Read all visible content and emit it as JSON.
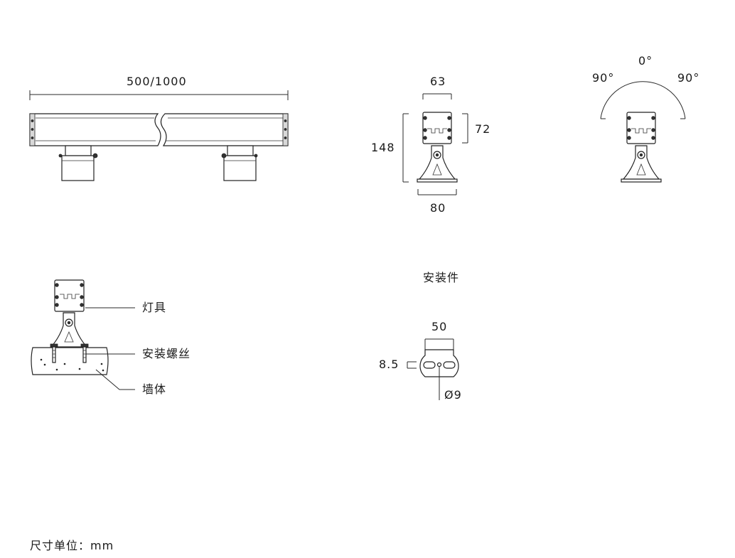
{
  "front_view": {
    "length_label": "500/1000"
  },
  "side_view": {
    "width_label": "63",
    "height_label": "72",
    "total_height_label": "148",
    "base_width_label": "80"
  },
  "angle_view": {
    "top_label": "0°",
    "left_label": "90°",
    "right_label": "90°"
  },
  "installation": {
    "lamp_label": "灯具",
    "screw_label": "安装螺丝",
    "wall_label": "墙体"
  },
  "bracket": {
    "title": "安装件",
    "width_label": "50",
    "slot_label": "8.5",
    "hole_label": "Ø9"
  },
  "footer": {
    "unit_note": "尺寸单位：mm"
  }
}
